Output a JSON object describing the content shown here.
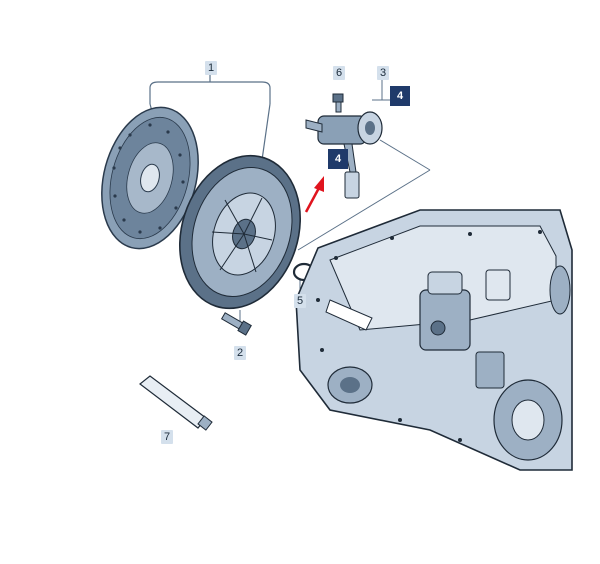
{
  "callouts": {
    "c1": "1",
    "c2": "2",
    "c3": "3",
    "c4a": "4",
    "c4b": "4",
    "c5": "5",
    "c6": "6",
    "c7": "7"
  },
  "colors": {
    "part_fill": "#c7d4e2",
    "part_dark": "#5b7188",
    "line": "#2a3a4c",
    "label_bg": "#d4e0ec",
    "highlight_label": "#1f3a6a",
    "arrow": "#e0141e"
  }
}
